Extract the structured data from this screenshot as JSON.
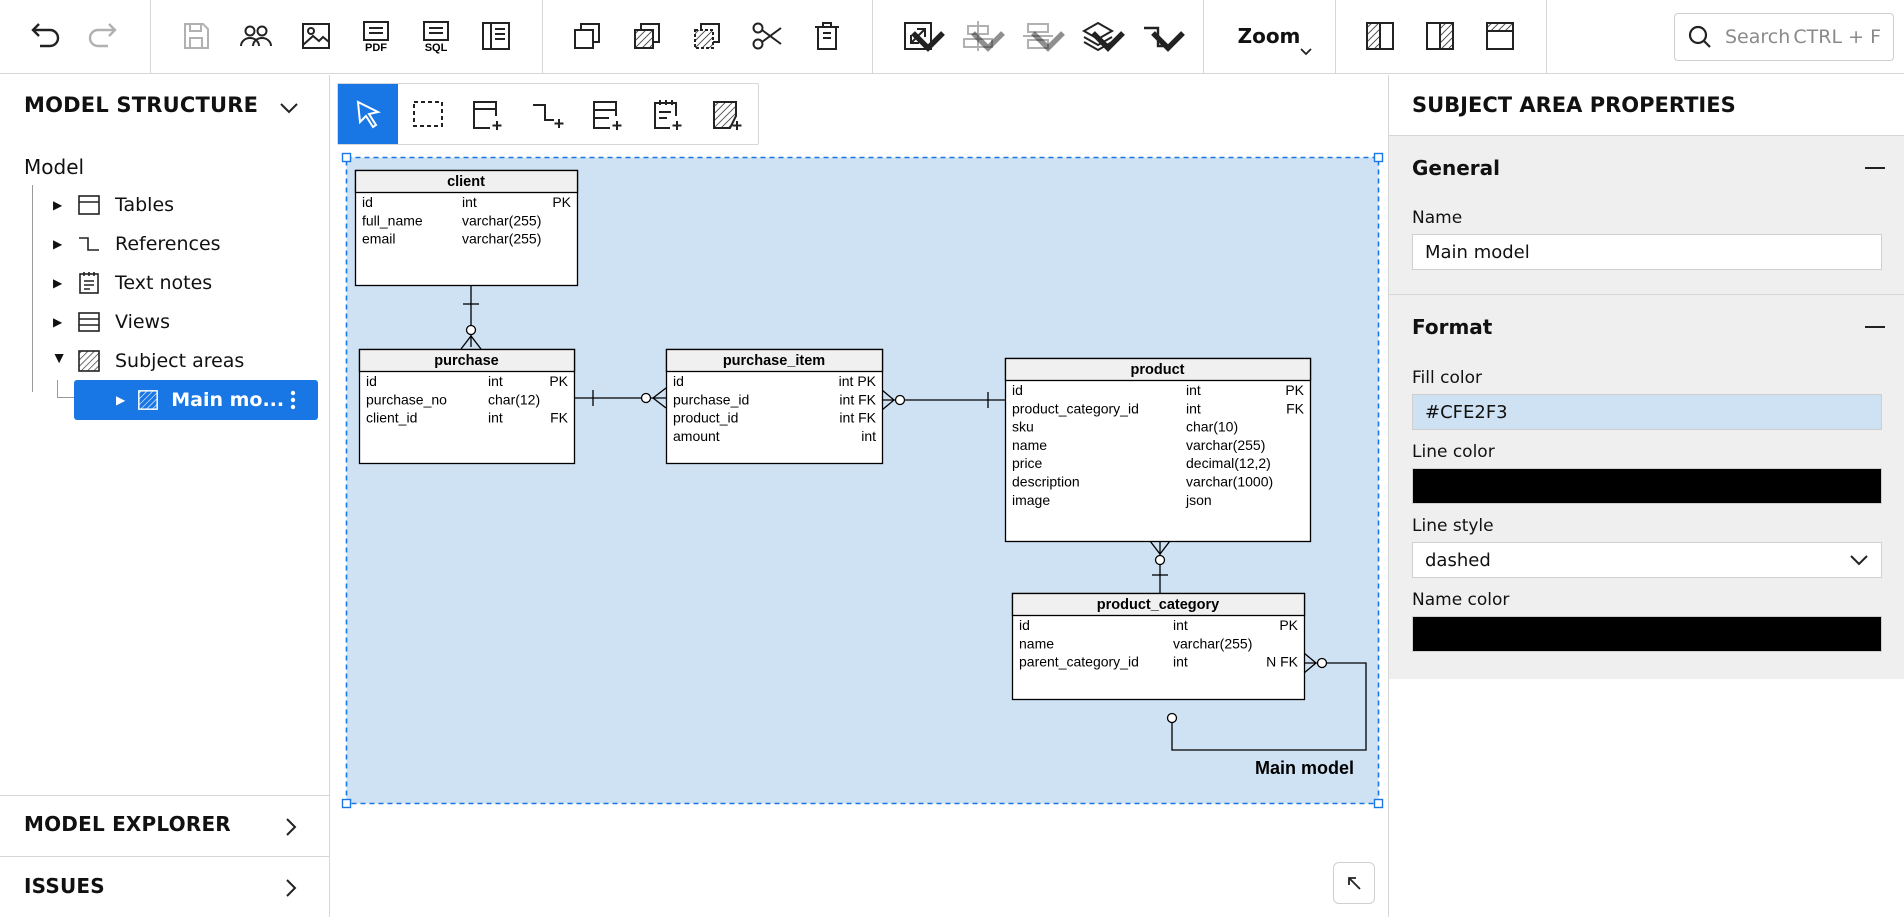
{
  "toolbar": {
    "undo": "undo-icon",
    "redo": "redo-icon",
    "save": "save-icon",
    "zoom_label": "Zoom",
    "search_placeholder": "Search",
    "search_shortcut": "CTRL + F",
    "pdf_text": "PDF",
    "sql_text": "SQL"
  },
  "left_panel": {
    "title": "MODEL STRUCTURE",
    "root": "Model",
    "items": [
      {
        "label": "Tables",
        "icon": "table-icon"
      },
      {
        "label": "References",
        "icon": "reference-icon"
      },
      {
        "label": "Text notes",
        "icon": "note-icon"
      },
      {
        "label": "Views",
        "icon": "view-icon"
      },
      {
        "label": "Subject areas",
        "icon": "subject-area-icon"
      }
    ],
    "selected_item": "Main mo...",
    "model_explorer": "MODEL EXPLORER",
    "issues": "ISSUES"
  },
  "diagram": {
    "area_name": "Main model",
    "area_fill": "#CFE2F3",
    "tables": [
      {
        "name": "client",
        "columns": [
          {
            "name": "id",
            "type": "int",
            "flags": "PK"
          },
          {
            "name": "full_name",
            "type": "varchar(255)",
            "flags": ""
          },
          {
            "name": "email",
            "type": "varchar(255)",
            "flags": ""
          }
        ]
      },
      {
        "name": "purchase",
        "columns": [
          {
            "name": "id",
            "type": "int",
            "flags": "PK"
          },
          {
            "name": "purchase_no",
            "type": "char(12)",
            "flags": ""
          },
          {
            "name": "client_id",
            "type": "int",
            "flags": "FK"
          }
        ]
      },
      {
        "name": "purchase_item",
        "columns": [
          {
            "name": "id",
            "type": "",
            "flags": "int PK"
          },
          {
            "name": "purchase_id",
            "type": "",
            "flags": "int FK"
          },
          {
            "name": "product_id",
            "type": "",
            "flags": "int FK"
          },
          {
            "name": "amount",
            "type": "",
            "flags": "int"
          }
        ]
      },
      {
        "name": "product",
        "columns": [
          {
            "name": "id",
            "type": "int",
            "flags": "PK"
          },
          {
            "name": "product_category_id",
            "type": "int",
            "flags": "FK"
          },
          {
            "name": "sku",
            "type": "char(10)",
            "flags": ""
          },
          {
            "name": "name",
            "type": "varchar(255)",
            "flags": ""
          },
          {
            "name": "price",
            "type": "decimal(12,2)",
            "flags": ""
          },
          {
            "name": "description",
            "type": "varchar(1000)",
            "flags": ""
          },
          {
            "name": "image",
            "type": "json",
            "flags": ""
          }
        ]
      },
      {
        "name": "product_category",
        "columns": [
          {
            "name": "id",
            "type": "int",
            "flags": "PK"
          },
          {
            "name": "name",
            "type": "varchar(255)",
            "flags": ""
          },
          {
            "name": "parent_category_id",
            "type": "int",
            "flags": "N FK"
          }
        ]
      }
    ]
  },
  "right_panel": {
    "title": "SUBJECT AREA PROPERTIES",
    "general": {
      "title": "General",
      "name_label": "Name",
      "name_value": "Main model"
    },
    "format": {
      "title": "Format",
      "fill_label": "Fill color",
      "fill_value": "#CFE2F3",
      "line_color_label": "Line color",
      "line_color": "#000000",
      "line_style_label": "Line style",
      "line_style_value": "dashed",
      "name_color_label": "Name color",
      "name_color": "#000000"
    }
  }
}
